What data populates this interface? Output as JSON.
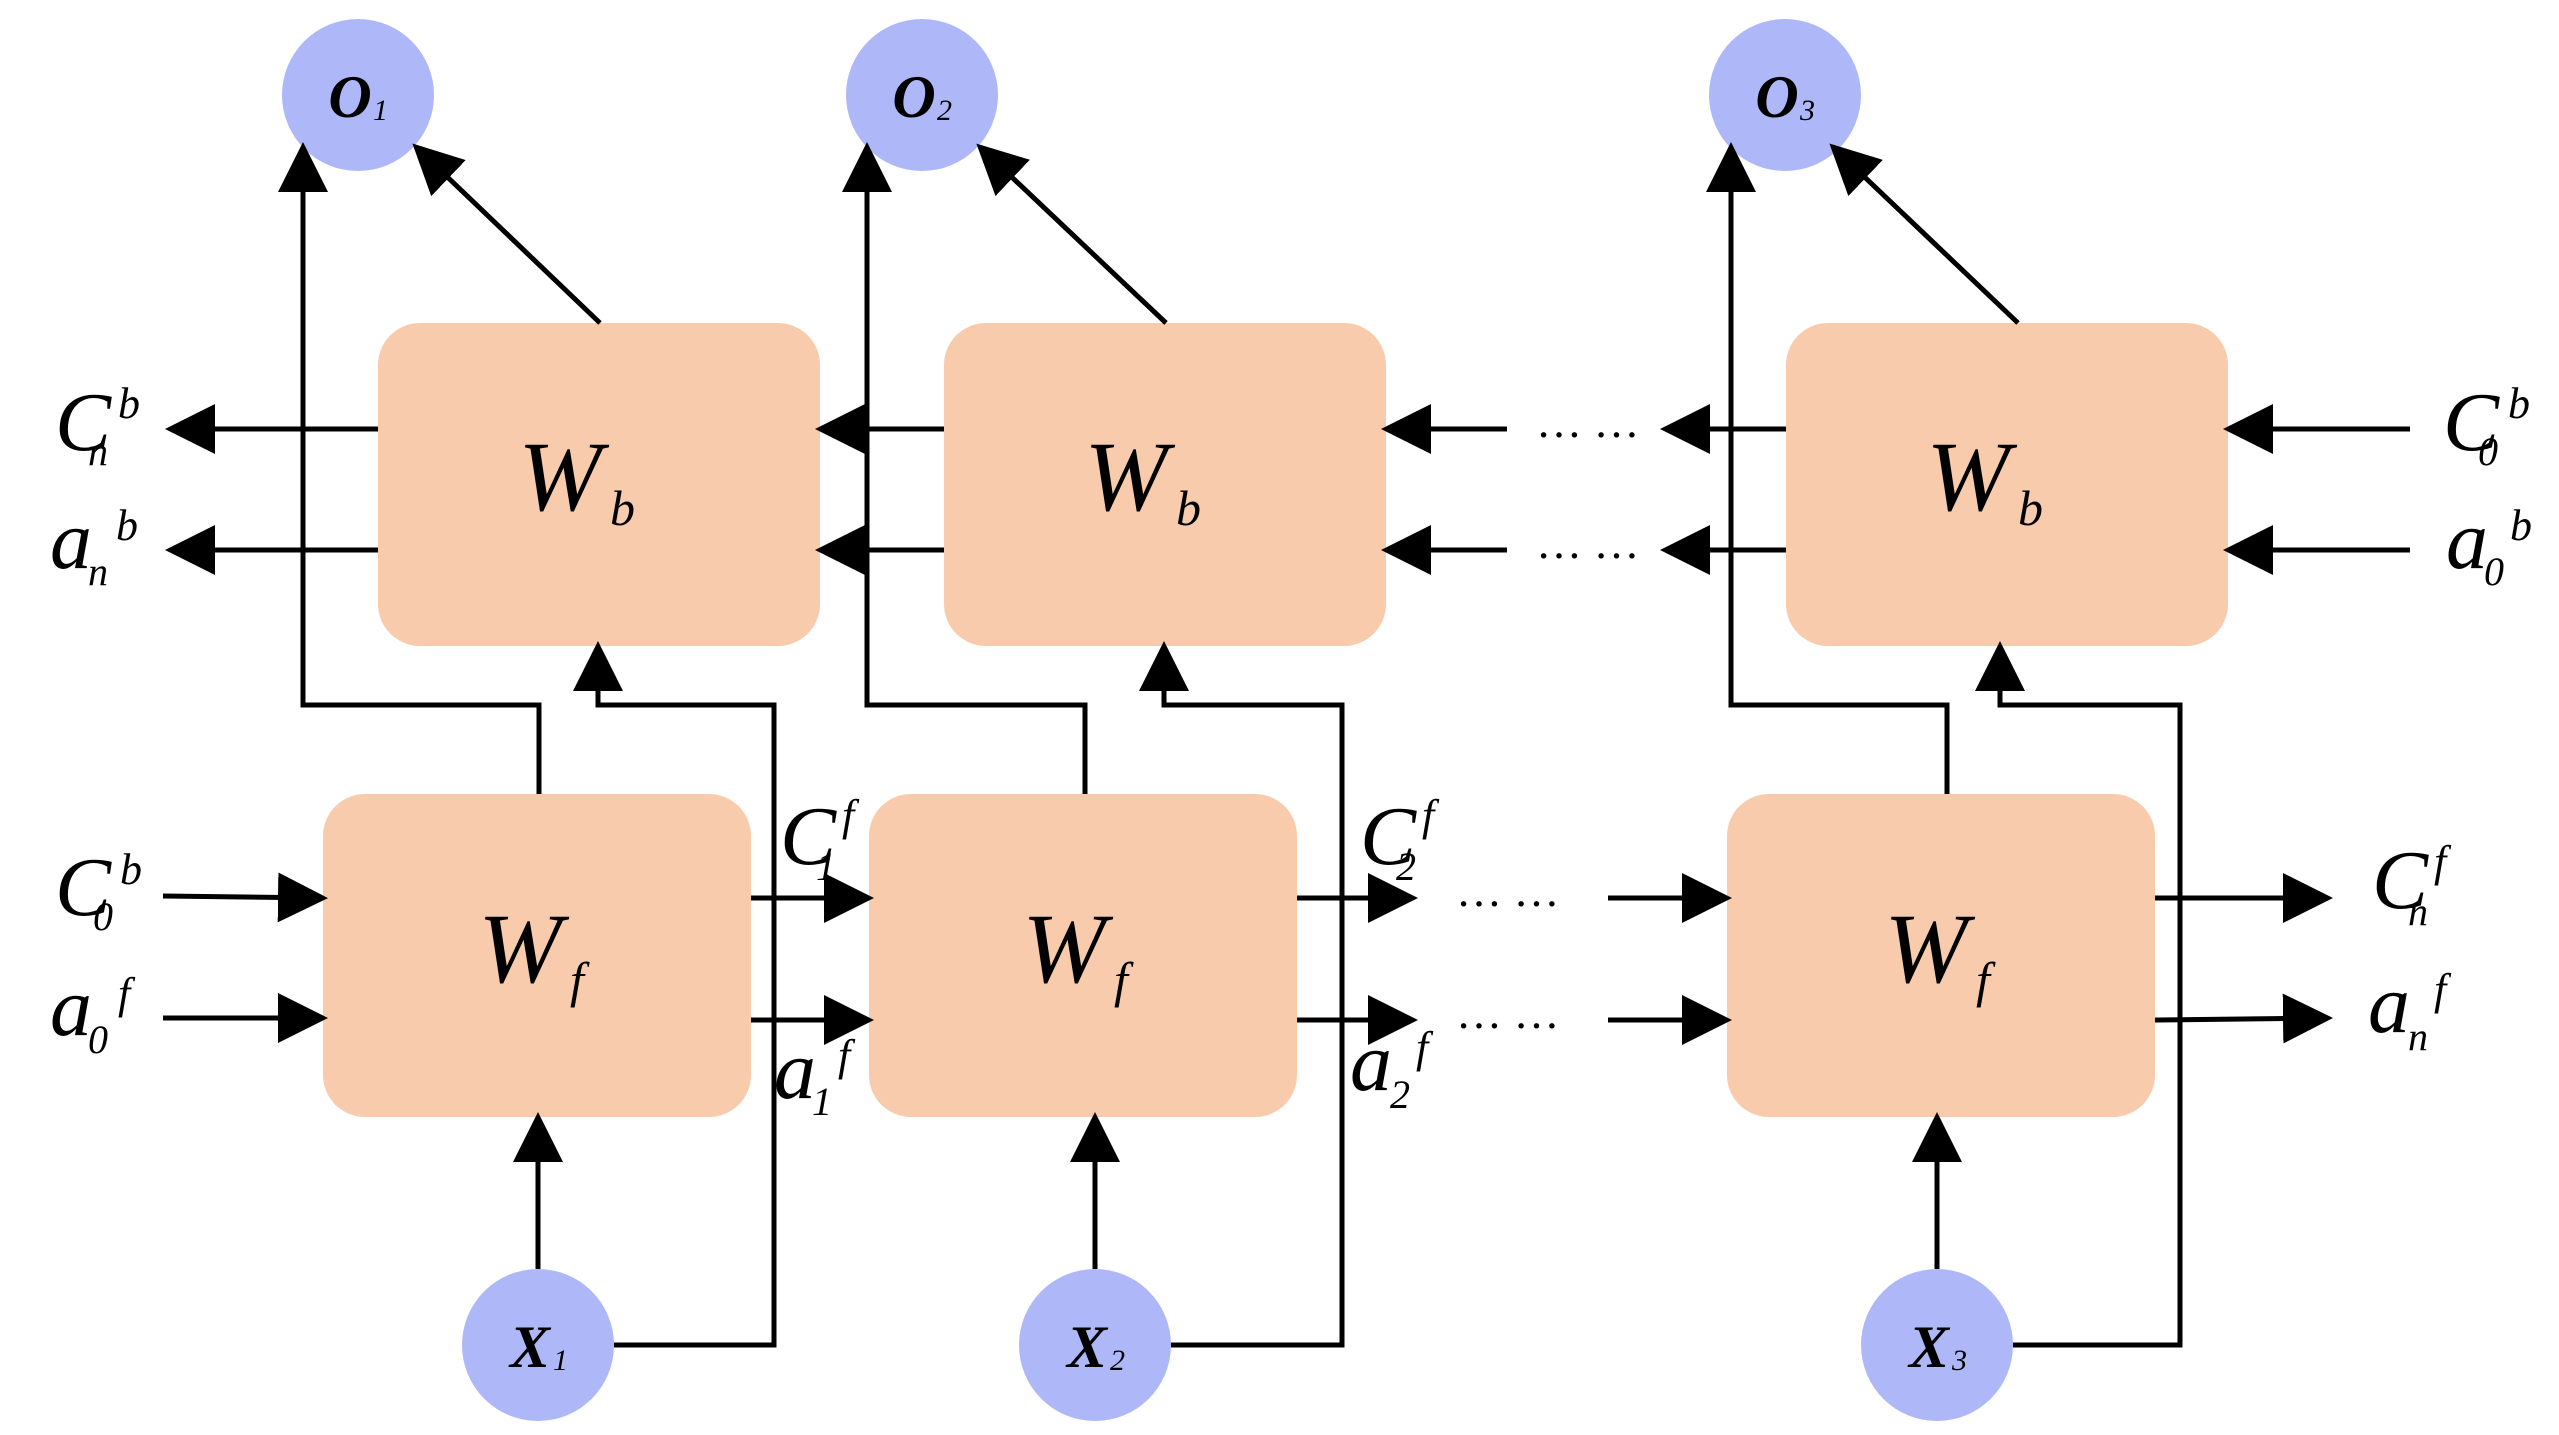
{
  "colors": {
    "cell_fill": "#F7CBAC",
    "node_fill": "#AEB8F8",
    "line": "#000000",
    "background": "#FFFFFF"
  },
  "backward_cells": [
    {
      "main": "W",
      "sub": "b"
    },
    {
      "main": "W",
      "sub": "b"
    },
    {
      "main": "W",
      "sub": "b"
    }
  ],
  "forward_cells": [
    {
      "main": "W",
      "sub": "f"
    },
    {
      "main": "W",
      "sub": "f"
    },
    {
      "main": "W",
      "sub": "f"
    }
  ],
  "outputs": [
    {
      "main": "O",
      "sub": "1"
    },
    {
      "main": "O",
      "sub": "2"
    },
    {
      "main": "O",
      "sub": "3"
    }
  ],
  "inputs": [
    {
      "main": "X",
      "sub": "1"
    },
    {
      "main": "X",
      "sub": "2"
    },
    {
      "main": "X",
      "sub": "3"
    }
  ],
  "labels": {
    "left_backward_c": {
      "main": "C",
      "sub": "n",
      "sup": "b"
    },
    "left_backward_a": {
      "main": "a",
      "sub": "n",
      "sup": "b"
    },
    "right_backward_c": {
      "main": "C",
      "sub": "0",
      "sup": "b"
    },
    "right_backward_a": {
      "main": "a",
      "sub": "0",
      "sup": "b"
    },
    "left_forward_c": {
      "main": "C",
      "sub": "0",
      "sup": "b"
    },
    "left_forward_a": {
      "main": "a",
      "sub": "0",
      "sup": "f"
    },
    "c1f": {
      "main": "C",
      "sub": "1",
      "sup": "f"
    },
    "a1f": {
      "main": "a",
      "sub": "1",
      "sup": "f"
    },
    "c2f": {
      "main": "C",
      "sub": "2",
      "sup": "f"
    },
    "a2f": {
      "main": "a",
      "sub": "2",
      "sup": "f"
    },
    "right_forward_c": {
      "main": "C",
      "sub": "n",
      "sup": "f"
    },
    "right_forward_a": {
      "main": "a",
      "sub": "n",
      "sup": "f"
    }
  },
  "ellipsis": "…  …"
}
